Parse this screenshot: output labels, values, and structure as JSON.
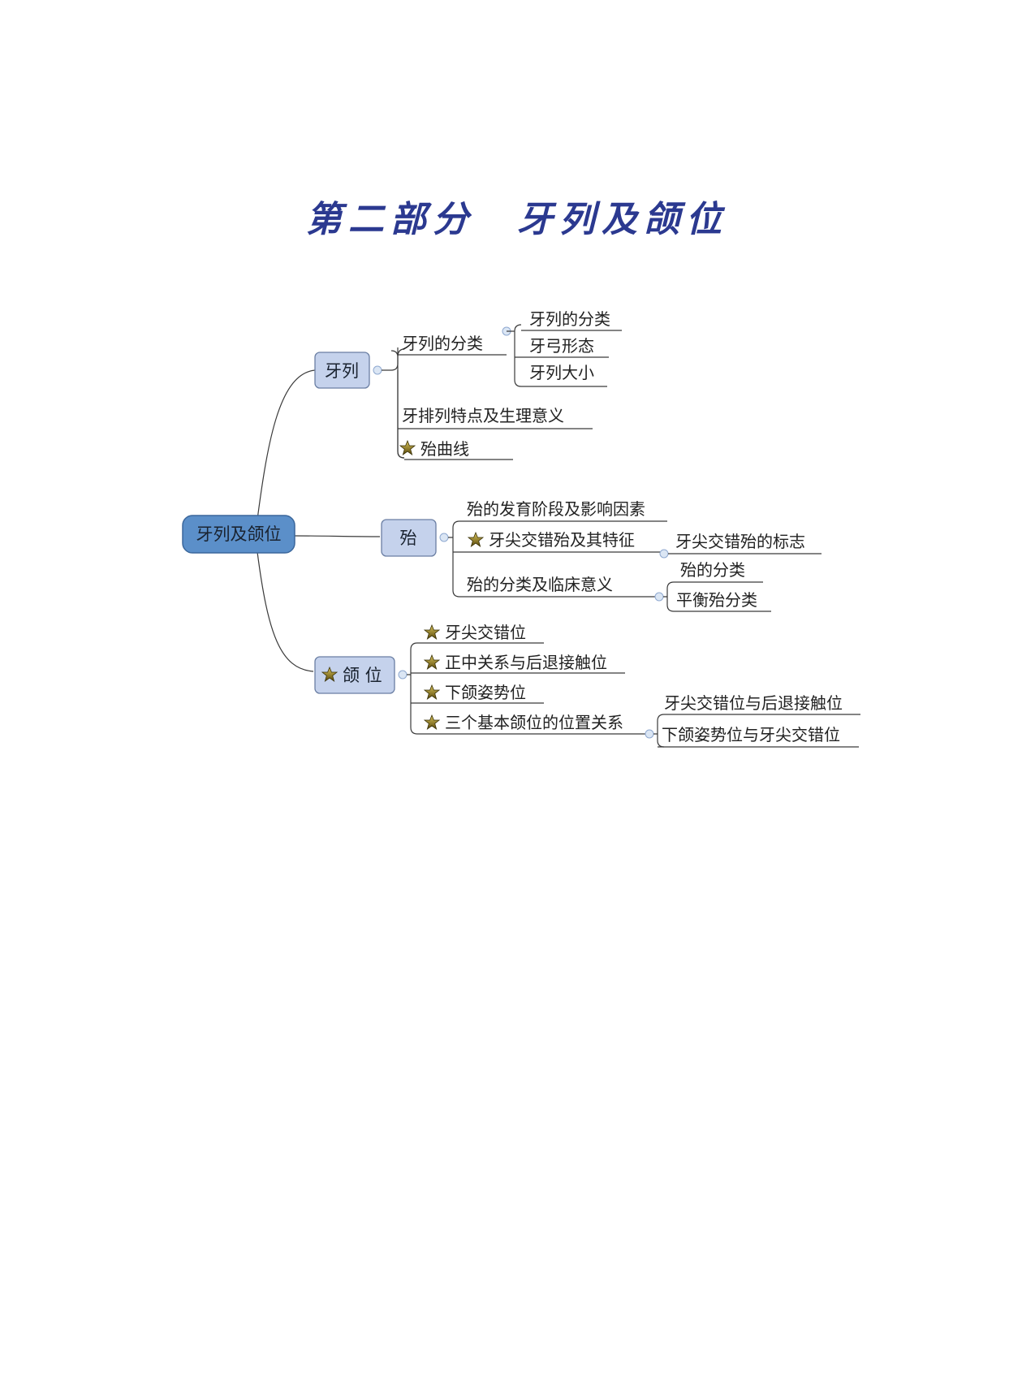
{
  "title": "第二部分　牙列及颌位",
  "colors": {
    "title": "#2b3990",
    "root_fill": "#5b8fc9",
    "main_fill": "#c5d2ec",
    "star": "#6b5a12"
  },
  "root": {
    "label": "牙列及颌位"
  },
  "branches": [
    {
      "label": "牙列",
      "star": false,
      "children": [
        {
          "label": "牙列的分类",
          "star": false,
          "children": [
            {
              "label": "牙列的分类"
            },
            {
              "label": "牙弓形态"
            },
            {
              "label": "牙列大小"
            }
          ]
        },
        {
          "label": "牙排列特点及生理意义",
          "star": false
        },
        {
          "label": "殆曲线",
          "star": true
        }
      ]
    },
    {
      "label": "殆",
      "star": false,
      "children": [
        {
          "label": "殆的发育阶段及影响因素",
          "star": false
        },
        {
          "label": "牙尖交错殆及其特征",
          "star": true,
          "children": [
            {
              "label": "牙尖交错殆的标志"
            }
          ]
        },
        {
          "label": "殆的分类及临床意义",
          "star": false,
          "children": [
            {
              "label": "殆的分类"
            },
            {
              "label": "平衡殆分类"
            }
          ]
        }
      ]
    },
    {
      "label": "颌 位",
      "star": true,
      "children": [
        {
          "label": "牙尖交错位",
          "star": true
        },
        {
          "label": "正中关系与后退接触位",
          "star": true
        },
        {
          "label": "下颌姿势位",
          "star": true
        },
        {
          "label": "三个基本颌位的位置关系",
          "star": true,
          "children": [
            {
              "label": "牙尖交错位与后退接触位"
            },
            {
              "label": "下颌姿势位与牙尖交错位"
            }
          ]
        }
      ]
    }
  ]
}
